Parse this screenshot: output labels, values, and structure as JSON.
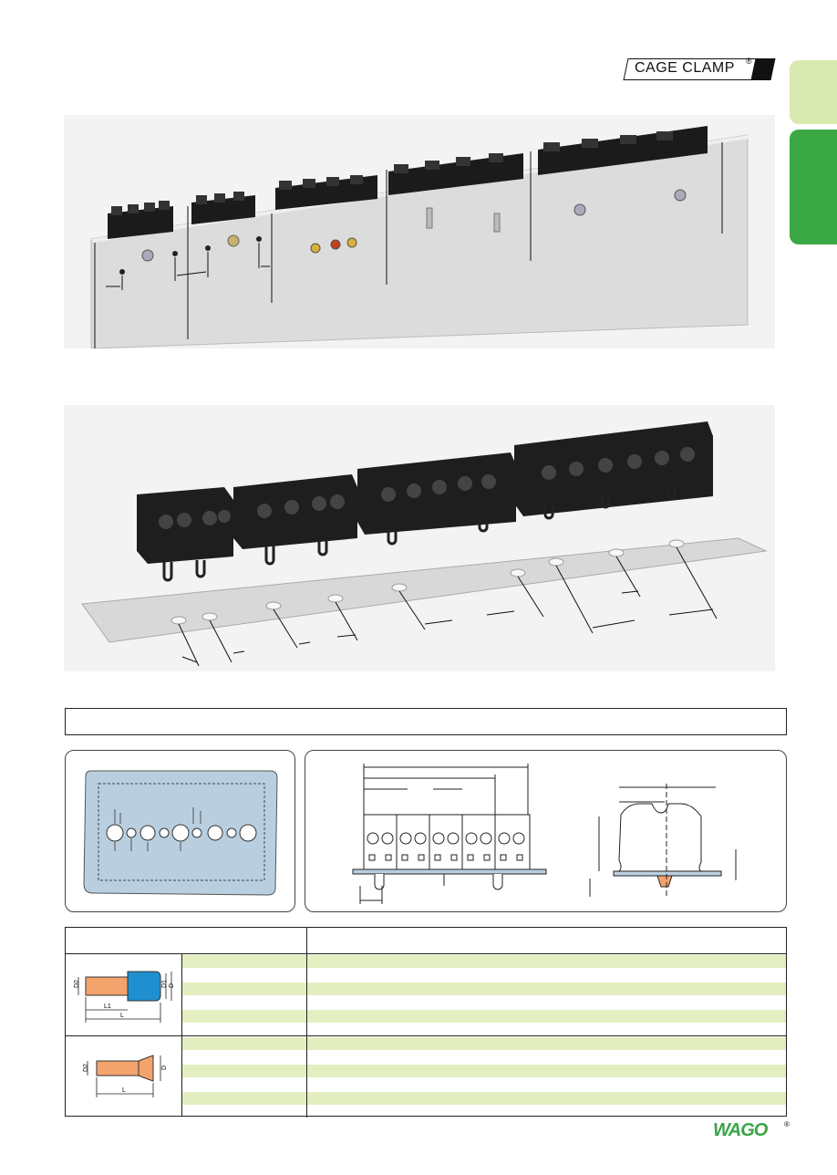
{
  "header": {
    "logo_text": "CAGE CLAMP",
    "logo_registered": "®"
  },
  "footer": {
    "brand": "WAGO",
    "brand_registered": "®"
  },
  "photos": {
    "top": "top-rail-photo",
    "bottom": "bottom-rail-photo"
  },
  "ferrule_table": {
    "row_labels_left": [
      "D2",
      "D1",
      "D",
      "L1",
      "L"
    ],
    "row_labels_lower": [
      "D2",
      "D",
      "L"
    ],
    "upper_rows": 6,
    "lower_rows": 6
  },
  "colors": {
    "tab_light": "#d9e9b0",
    "tab_green": "#39a845",
    "row_green": "#e3efc0",
    "ferrule_orange": "#f3a36c",
    "ferrule_blue": "#1f8fd0",
    "plate_blue": "#b9cfe0"
  }
}
